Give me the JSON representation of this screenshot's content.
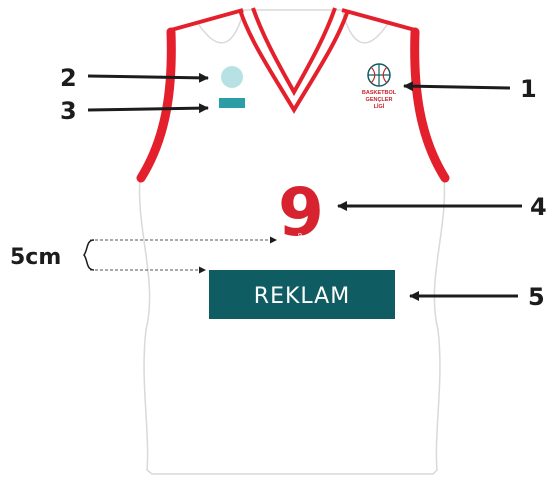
{
  "colors": {
    "trim": "#e3202c",
    "jersey": "#ffffff",
    "outline": "#d9d9d9",
    "teal": "#0f5d63",
    "light_teal": "#b7e1e3",
    "number": "#d7232f",
    "arrow": "#1c1c1c"
  },
  "callouts": [
    {
      "id": "1",
      "label": "1"
    },
    {
      "id": "2",
      "label": "2"
    },
    {
      "id": "3",
      "label": "3"
    },
    {
      "id": "4",
      "label": "4"
    },
    {
      "id": "5",
      "label": "5"
    }
  ],
  "dimension": {
    "label": "5cm"
  },
  "jersey": {
    "number": "9",
    "small_number": "9",
    "sponsor_text": "REKLAM",
    "league_logo": {
      "line1": "BASKETBOL",
      "line2": "GENÇLER",
      "line3": "LİGİ",
      "icon": "basketball-logo-icon"
    },
    "manufacturer_logo": {
      "icon": "circle-logo-icon"
    },
    "name_bar": {
      "icon": "teal-bar-icon"
    }
  }
}
